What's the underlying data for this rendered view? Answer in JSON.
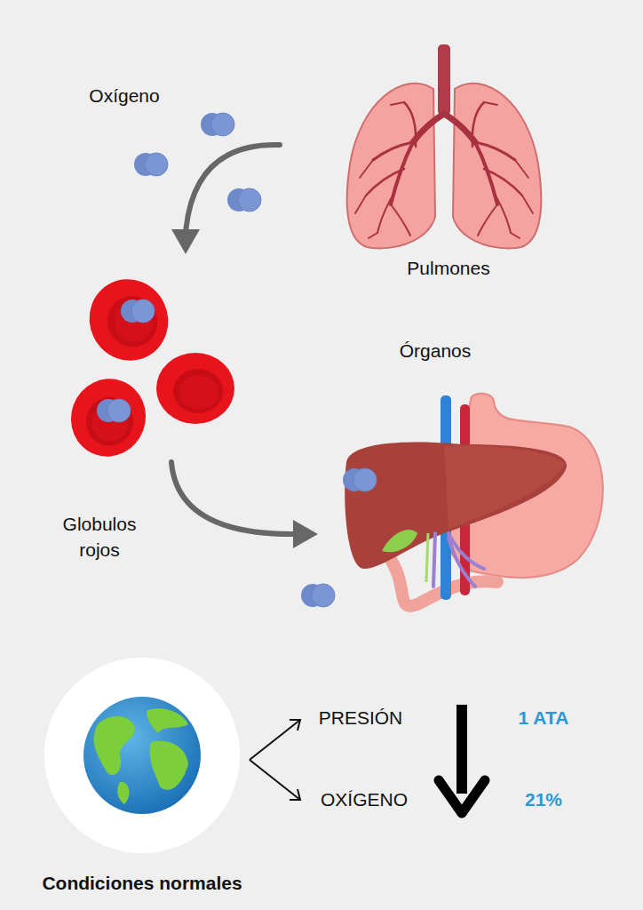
{
  "diagram": {
    "nodes": [
      {
        "text": [
          "Condiciones normales"
        ]
      }
    ],
    "labels": [
      "Oxígeno",
      "Pulmones",
      "Órganos",
      "Globulos rojos",
      "PRESIÓN",
      "OXÍGENO",
      "1 ATA",
      "21%"
    ]
  }
}
